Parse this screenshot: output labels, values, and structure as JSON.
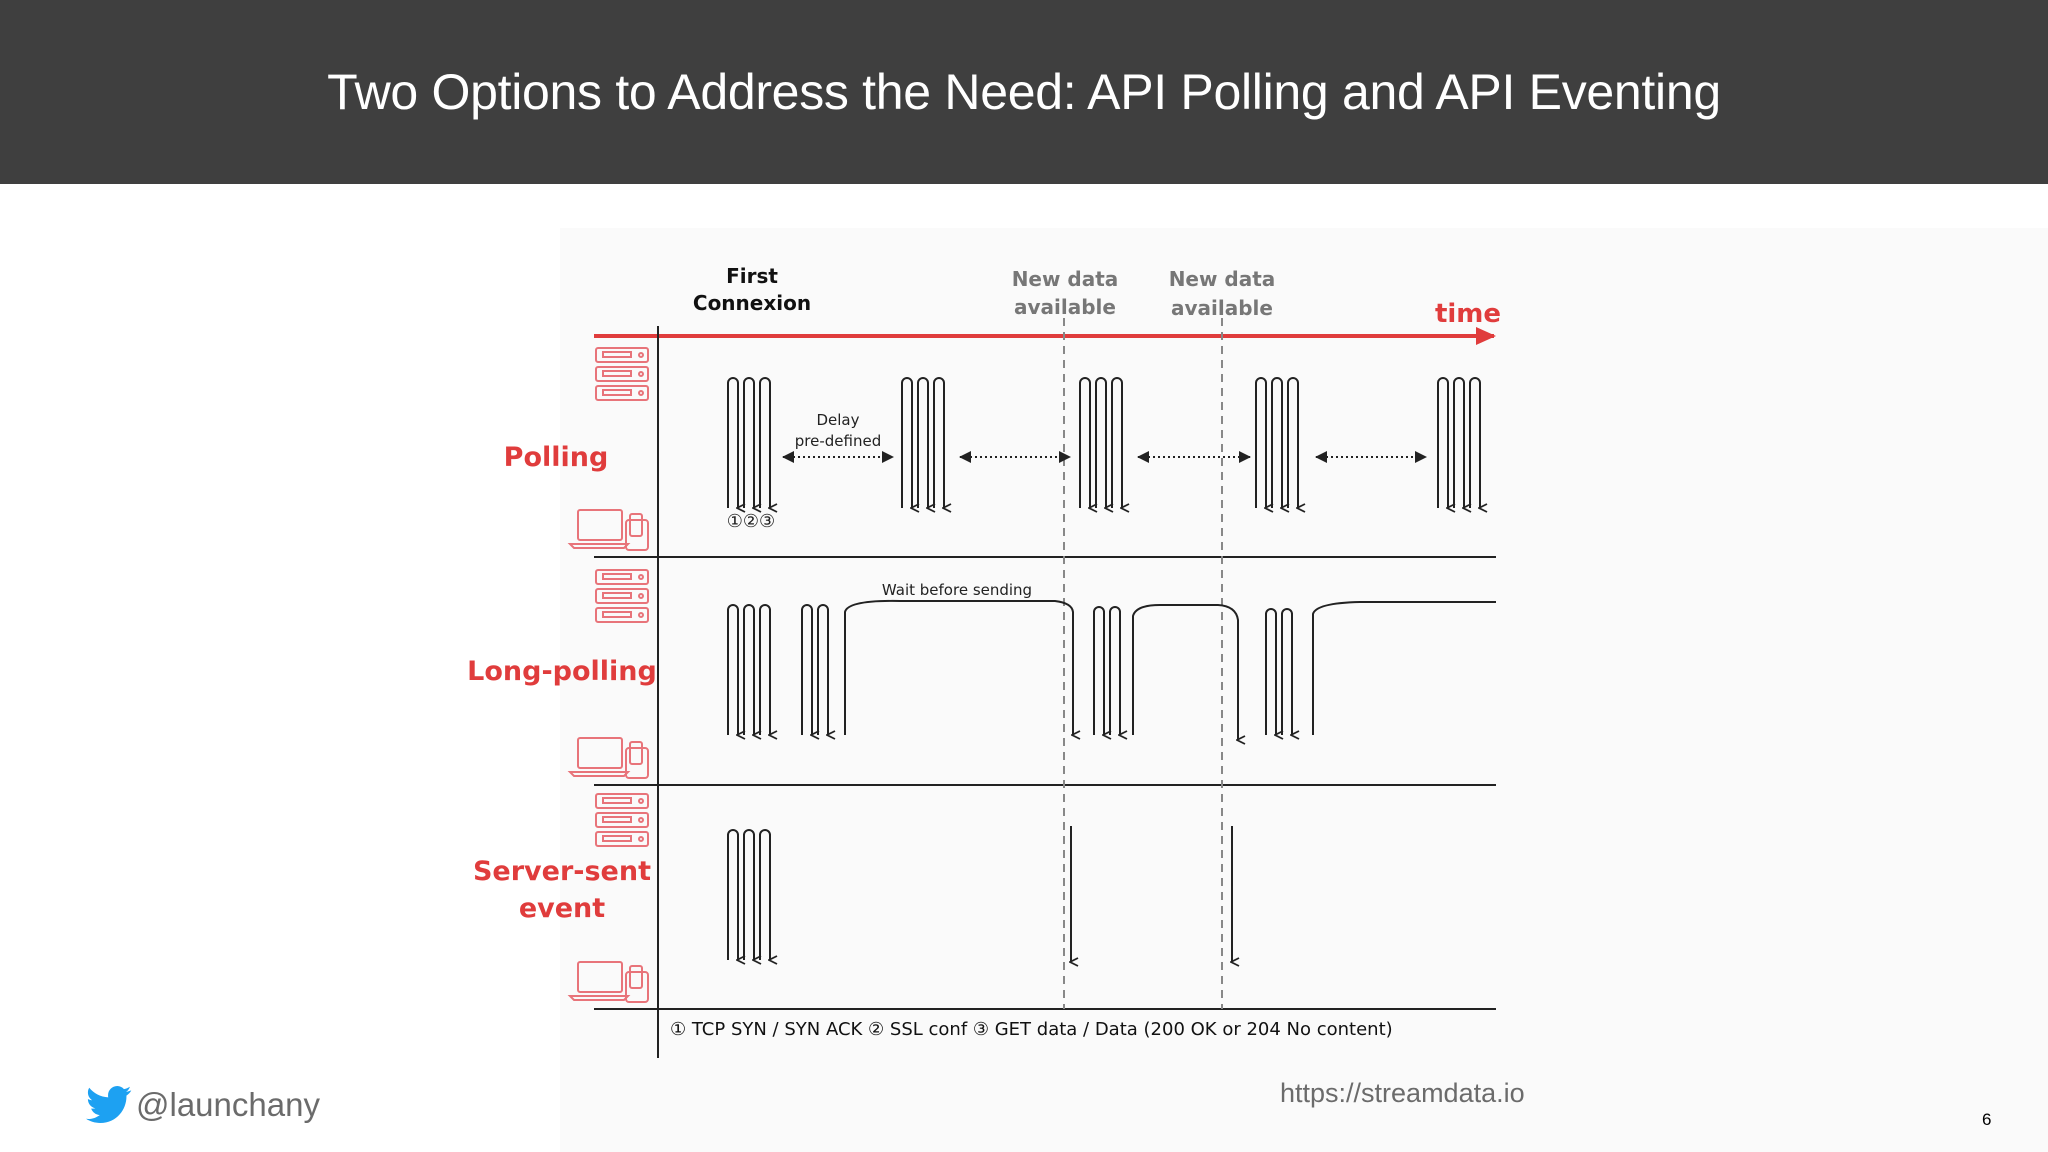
{
  "slide": {
    "title": "Two Options to Address the Need: API Polling and API Eventing",
    "twitter_handle": "@launchany",
    "url": "https://streamdata.io",
    "page_number": "6"
  },
  "diagram": {
    "top_labels": {
      "first_connexion_line1": "First",
      "first_connexion_line2": "Connexion",
      "new_data_1_line1": "New data",
      "new_data_1_line2": "available",
      "new_data_2_line1": "New data",
      "new_data_2_line2": "available",
      "time": "time"
    },
    "rows": {
      "polling": "Polling",
      "long_polling": "Long-polling",
      "sse_line1": "Server-sent",
      "sse_line2": "event"
    },
    "annotations": {
      "delay_line1": "Delay",
      "delay_line2": "pre-defined",
      "step_markers": "①②③",
      "wait_before_sending": "Wait before sending",
      "legend": "① TCP SYN / SYN ACK ② SSL conf ③ GET data / Data (200 OK or 204 No content)"
    },
    "colors": {
      "accent": "#e03c3c",
      "icon": "#e8747a",
      "header": "#3f3f3f",
      "twitter": "#1da1f2",
      "text_gray": "#777777"
    }
  }
}
